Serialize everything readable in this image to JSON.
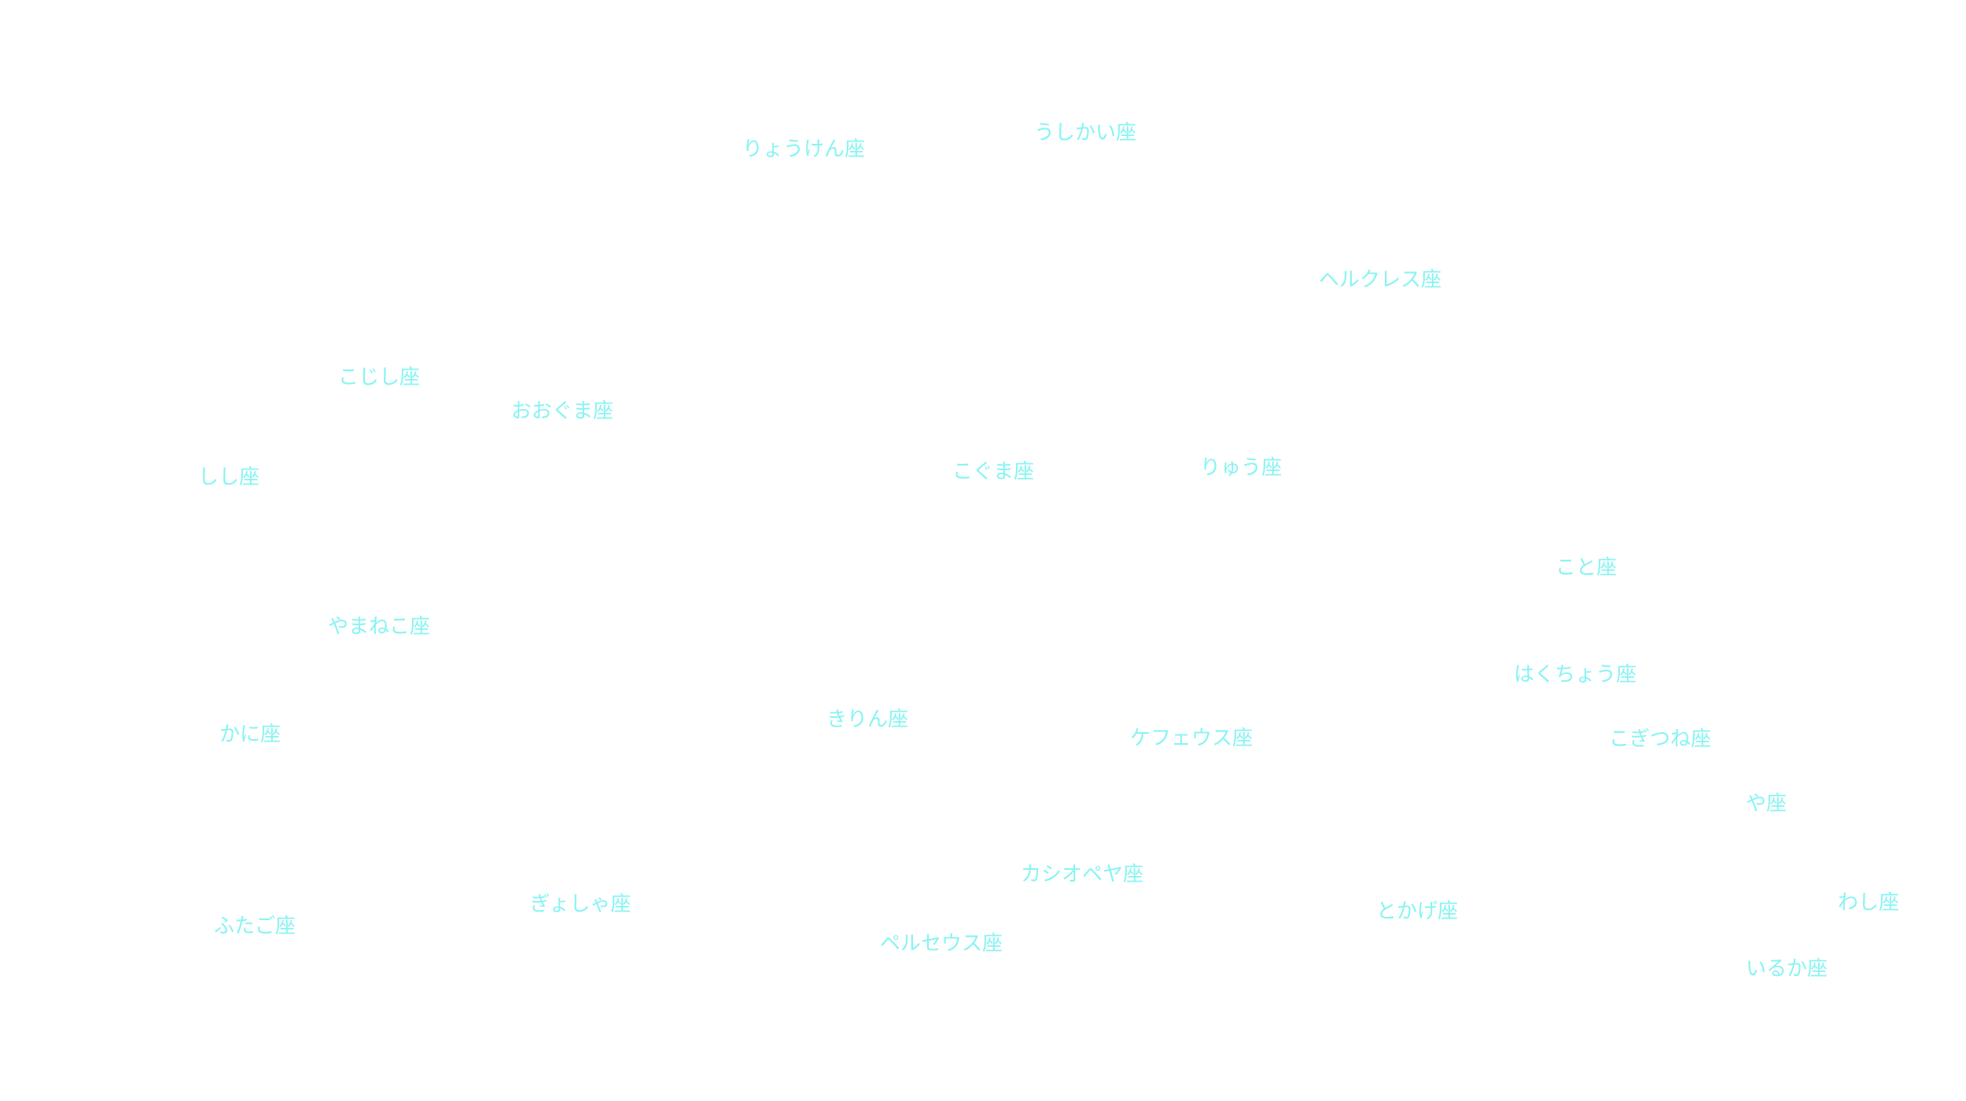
{
  "label_color": "#88f4f2",
  "background_color": "#ffffff",
  "constellations": {
    "canes_venatici": "りょうけん座",
    "bootes": "うしかい座",
    "hercules": "ヘルクレス座",
    "leo_minor": "こじし座",
    "ursa_major": "おおぐま座",
    "leo": "しし座",
    "ursa_minor": "こぐま座",
    "draco": "りゅう座",
    "lyra": "こと座",
    "lynx": "やまねこ座",
    "cygnus": "はくちょう座",
    "cancer": "かに座",
    "camelopardalis": "きりん座",
    "cepheus": "ケフェウス座",
    "vulpecula": "こぎつね座",
    "sagitta": "や座",
    "cassiopeia": "カシオペヤ座",
    "auriga": "ぎょしゃ座",
    "lacerta": "とかげ座",
    "aquila": "わし座",
    "gemini": "ふたご座",
    "perseus": "ペルセウス座",
    "delphinus": "いるか座"
  }
}
